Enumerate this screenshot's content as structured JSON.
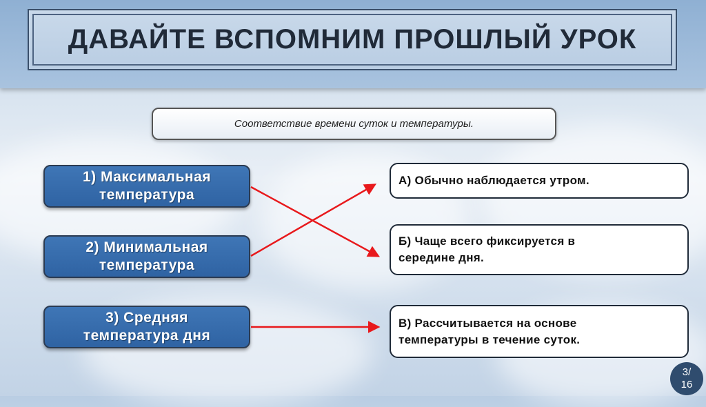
{
  "title": "ДАВАЙТЕ ВСПОМНИМ ПРОШЛЫЙ УРОК",
  "subtitle": "Соответствие времени суток и температуры.",
  "left_items": [
    {
      "line1": "1) Максимальная",
      "line2": "температура"
    },
    {
      "line1": "2) Минимальная",
      "line2": "температура"
    },
    {
      "line1": "3) Средняя",
      "line2": "температура дня"
    }
  ],
  "right_items": [
    {
      "line1": "А) Обычно наблюдается утром.",
      "line2": ""
    },
    {
      "line1": "Б) Чаще всего фиксируется в",
      "line2": "середине дня."
    },
    {
      "line1": "В) Рассчитывается на основе",
      "line2": "температуры в течение суток."
    }
  ],
  "arrow_color": "#e8191c",
  "page": {
    "current": "3/",
    "total": "16"
  }
}
